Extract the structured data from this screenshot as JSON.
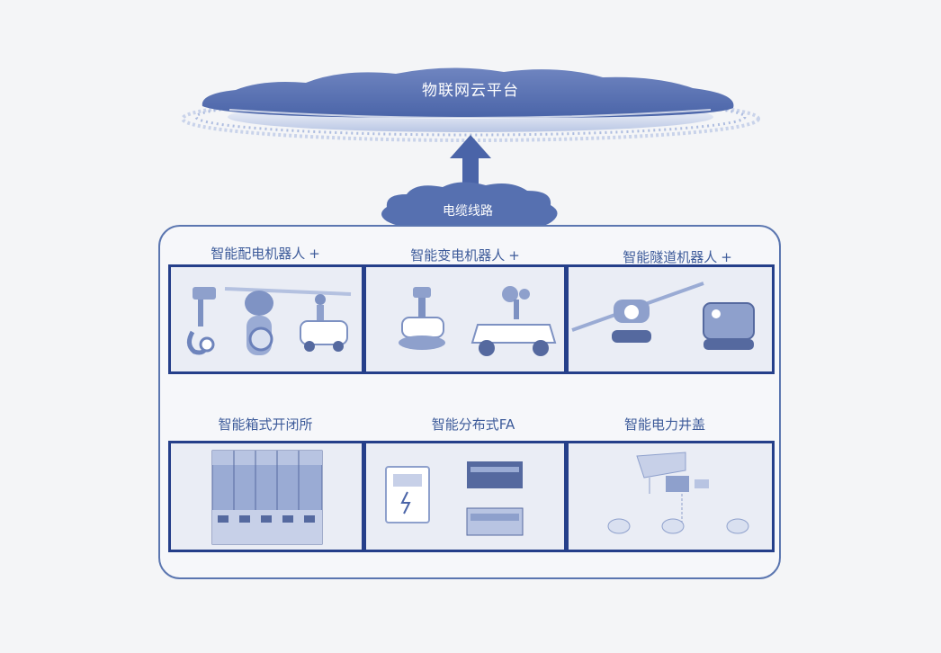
{
  "platform": {
    "title": "物联网云平台"
  },
  "link": {
    "label": "电缆线路"
  },
  "categories": [
    {
      "label": "智能配电机器人",
      "suffix": "+"
    },
    {
      "label": "智能变电机器人",
      "suffix": "+"
    },
    {
      "label": "智能隧道机器人",
      "suffix": "+"
    },
    {
      "label": "智能箱式开闭所",
      "suffix": ""
    },
    {
      "label": "智能分布式FA",
      "suffix": ""
    },
    {
      "label": "智能电力井盖",
      "suffix": ""
    }
  ],
  "colors": {
    "primary": "#3d5b9a",
    "dark_border": "#253f8a",
    "light_fill": "#eaedf5",
    "background": "#f4f5f7"
  }
}
